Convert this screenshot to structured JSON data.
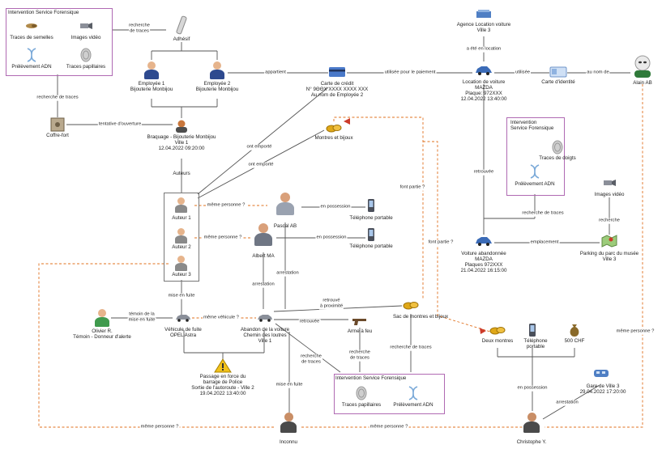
{
  "colors": {
    "edge": "#555555",
    "edge_dashed": "#e0701e",
    "box": "#b06ab3",
    "box_grey": "#777777",
    "arrow": "#cc3b2a"
  },
  "groups": {
    "isf1_title": "Intervention Service Forensique",
    "isf2_title_l1": "Intervention",
    "isf2_title_l2": "Service Forensique",
    "isf3_title": "Intervention Service Forensique"
  },
  "nodes": {
    "traces_semelles": "Traces de semelles",
    "images_video_1": "Images vidéo",
    "prelevement_adn_1": "Prélèvement ADN",
    "traces_papillaires_1": "Traces papillaires",
    "adhesif": "Adhésif",
    "employe1_l1": "Employée 1",
    "employe1_l2": "Bijouterie Monbijou",
    "employe2_l1": "Employée 2",
    "employe2_l2": "Bijouterie Monbijou",
    "carte_credit_l1": "Carte de crédit",
    "carte_credit_l2": "N° 9ΘΘΧ ΧΧΧΧ ΧΧΧΧ ΧΧΧ",
    "carte_credit_l3": "Au nom de Employée 2",
    "agence_l1": "Agence Location voiture",
    "agence_l2": "Ville 3",
    "location_l1": "Location de voiture",
    "location_l2": "MAZDA",
    "location_l3": "Plaque: 972XXX",
    "location_l4": "12.04.2022 13:40:00",
    "carte_identite": "Carte d'identité",
    "alain": "Alain AB",
    "coffre_fort": "Coffre-fort",
    "braquage_l1": "Braquage - Bijouterie Monbijou",
    "braquage_l2": "Ville 1",
    "braquage_l3": "12.04.2022 09:20:00",
    "montres_bijoux": "Montres et bijoux",
    "traces_doigts": "Traces de doigts",
    "prelevement_adn_2": "Prélèvement ADN",
    "auteurs": "Auteurs",
    "auteur1": "Auteur 1",
    "auteur2": "Auteur 2",
    "auteur3": "Auteur 3",
    "pascal": "Pascal AB",
    "telephone1": "Téléphone portable",
    "albert": "Albert MA",
    "telephone2": "Téléphone portable",
    "images_video_2": "Images vidéo",
    "voiture_ab_l1": "Voiture abandonnée",
    "voiture_ab_l2": "MAZDA",
    "voiture_ab_l3": "Plaques 972XXX",
    "voiture_ab_l4": "21.04.2022 16:15:00",
    "parking_l1": "Parking du parc du musée",
    "parking_l2": "Ville 3",
    "olivier_l1": "Olivier R.",
    "olivier_l2": "Témoin - Donneur d'alerte",
    "vehicule_fuite_l1": "Véhicule de fuite",
    "vehicule_fuite_l2": "OPEL Astra",
    "abandon_l1": "Abandon de la voiture",
    "abandon_l2": "Chemin des loutres",
    "abandon_l3": "Ville 1",
    "arme": "Arme à feu",
    "sac_l1": "Sac de montres et bijoux",
    "deux_montres": "Deux montres",
    "telephone3_l1": "Téléphone",
    "telephone3_l2": "portable",
    "chf": "500 CHF",
    "passage_l1": "Passage en force du",
    "passage_l2": "barrage de Police",
    "passage_l3": "Sortie de l'autoroute - Ville 2",
    "passage_l4": "19.04.2022 13:40:00",
    "traces_papillaires_3": "Traces papillaires",
    "prelevement_adn_3": "Prélèvement ADN",
    "gare_l1": "Gare de Ville 3",
    "gare_l2": "29.04.2022 17:20:00",
    "inconnu": "Inconnu",
    "christophe": "Christophe Y."
  },
  "edge_labels": {
    "recherche_traces_top_l1": "recherche",
    "recherche_traces_top_l2": "de traces",
    "appartient": "appartient",
    "utilisee_paiement": "utilisée pour le paiement",
    "a_ete_location": "a été en location",
    "utilisee": "utilisée",
    "au_nom_de": "au nom de",
    "recherche_traces_left": "recherche de traces",
    "tentative": "tentative d'ouverture",
    "ont_emporte_1": "ont emporté",
    "ont_emporte_2": "ont emporté",
    "font_partie_1": "font partie ?",
    "retrouvee": "retrouvée",
    "meme_personne_1": "même personne ?",
    "meme_personne_2": "même personne ?",
    "en_possession_1": "en possession",
    "en_possession_2": "en possession",
    "recherche_traces_right": "recherche de traces",
    "recherche": "recherche",
    "font_partie_2": "font partie ?",
    "emplacement": "emplacement",
    "mise_en_fuite_1": "mise en fuite",
    "arrestation_1": "arrestation",
    "arrestation_2": "arrestation",
    "retrouve_proximite_l1": "retrouvé",
    "retrouve_proximite_l2": "à proximité",
    "temoin_l1": "témoin de la",
    "temoin_l2": "mise en fuite",
    "meme_vehicule": "même véhicule ?",
    "retrouvee_2": "retrouvée",
    "recherche_traces_mid_l1": "recherche",
    "recherche_traces_mid_l2": "de traces",
    "recherche_traces_arme_l1": "recherche",
    "recherche_traces_arme_l2": "de traces",
    "recherche_traces_sac": "recherche de traces",
    "meme_personne_right": "même personne ?",
    "mise_en_fuite_2": "mise en fuite",
    "en_possession_3": "en possession",
    "arrestation_3": "arrestation",
    "meme_personne_bottom_1": "même personne ?",
    "meme_personne_bottom_2": "même personne ?"
  }
}
